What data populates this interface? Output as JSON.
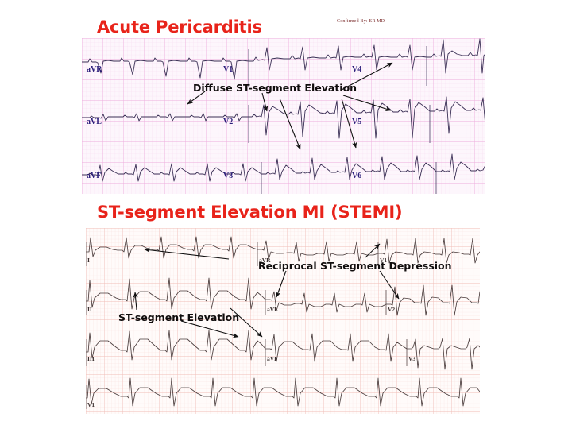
{
  "slide": {
    "background_color": "#ffffff",
    "accent_color": "#e8231a"
  },
  "sections": [
    {
      "id": "pericarditis",
      "title": "Acute Pericarditis",
      "grid_color": "#f0b8e0",
      "grid_background": "#fdf6fc",
      "trace_color": "#3a2f55",
      "lead_label_color": "#2b1d7a",
      "header_note": "Confirmed By:  ER MD",
      "leads": [
        {
          "label": "aVR",
          "row": 0,
          "col": 0
        },
        {
          "label": "V1",
          "row": 0,
          "col": 1
        },
        {
          "label": "V4",
          "row": 0,
          "col": 2
        },
        {
          "label": "aVL",
          "row": 1,
          "col": 0
        },
        {
          "label": "V2",
          "row": 1,
          "col": 1
        },
        {
          "label": "V5",
          "row": 1,
          "col": 2
        },
        {
          "label": "aVF",
          "row": 2,
          "col": 0
        },
        {
          "label": "V3",
          "row": 2,
          "col": 1
        },
        {
          "label": "V6",
          "row": 2,
          "col": 2
        }
      ],
      "annotations": [
        {
          "id": "diffuse-ste",
          "text": "Diffuse ST-segment Elevation"
        }
      ]
    },
    {
      "id": "stemi",
      "title": "ST-segment Elevation MI (STEMI)",
      "grid_color": "#f3c6c2",
      "grid_background": "#fffbfa",
      "trace_color": "#4a3c3c",
      "lead_label_color": "#3a3030",
      "leads": [
        {
          "label": "I",
          "row": 0,
          "col": 0
        },
        {
          "label": "aVR",
          "row": 0,
          "col": 1
        },
        {
          "label": "V1",
          "row": 0,
          "col": 2
        },
        {
          "label": "II",
          "row": 1,
          "col": 0
        },
        {
          "label": "aVL",
          "row": 1,
          "col": 1
        },
        {
          "label": "V2",
          "row": 1,
          "col": 2
        },
        {
          "label": "III",
          "row": 2,
          "col": 0
        },
        {
          "label": "aVF",
          "row": 2,
          "col": 1
        },
        {
          "label": "V3",
          "row": 2,
          "col": 2
        },
        {
          "label": "V1",
          "row": 3,
          "col": 0
        }
      ],
      "annotations": [
        {
          "id": "reciprocal",
          "text": "Reciprocal ST-segment Depression"
        },
        {
          "id": "ste",
          "text": "ST-segment Elevation"
        }
      ]
    }
  ]
}
